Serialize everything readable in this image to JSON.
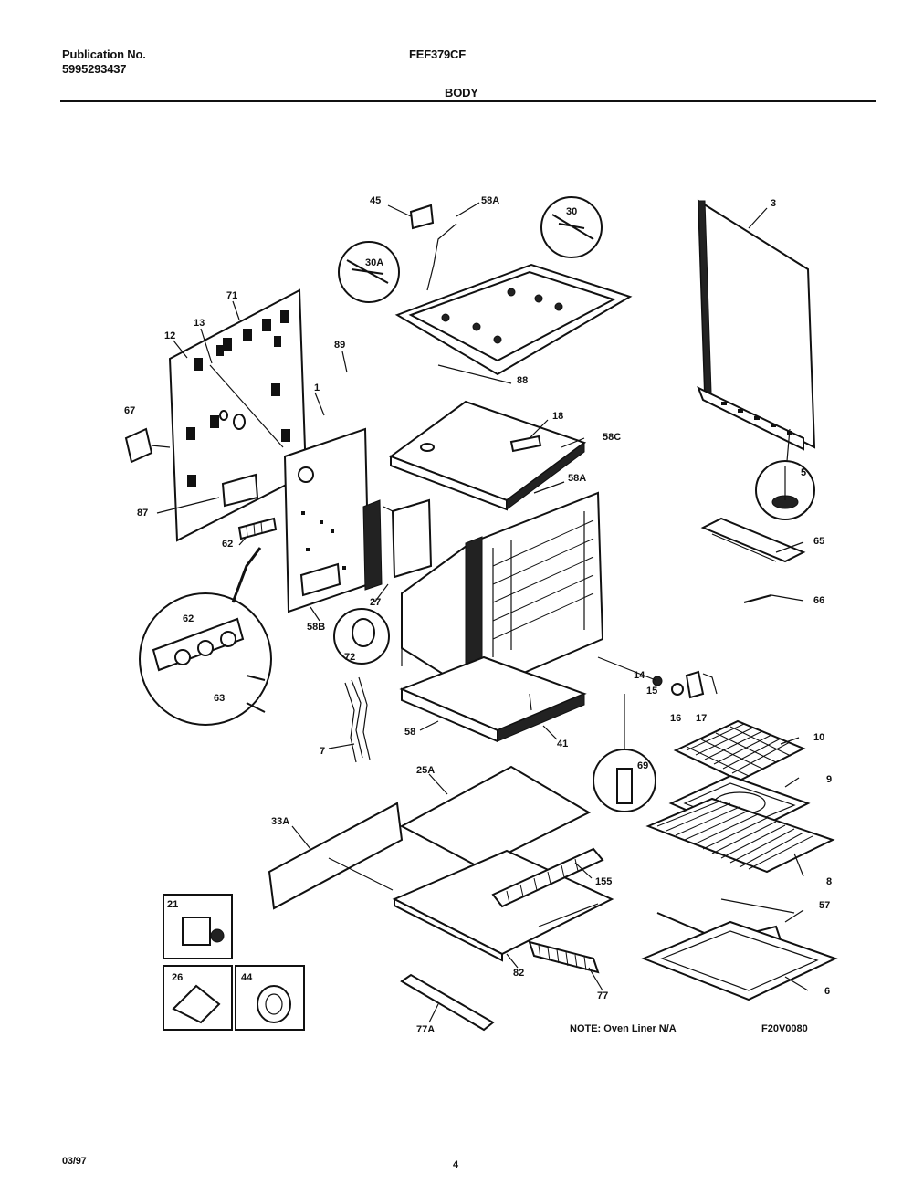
{
  "header": {
    "publication_label": "Publication No.",
    "publication_number": "5995293437",
    "model": "FEF379CF",
    "section": "BODY"
  },
  "footer": {
    "date": "03/97",
    "page": "4"
  },
  "diagram": {
    "labels": {
      "l45": "45",
      "l58a_top": "58A",
      "l30": "30",
      "l3": "3",
      "l30a": "30A",
      "l71": "71",
      "l13": "13",
      "l12": "12",
      "l89": "89",
      "l88": "88",
      "l1": "1",
      "l18": "18",
      "l58c": "58C",
      "l67": "67",
      "l58a_mid": "58A",
      "l5": "5",
      "l87": "87",
      "l65": "65",
      "l62a": "62",
      "l66": "66",
      "l27": "27",
      "l58b": "58B",
      "l72": "72",
      "l62b": "62",
      "l63": "63",
      "l14": "14",
      "l15": "15",
      "l16": "16",
      "l17": "17",
      "l10": "10",
      "l58": "58",
      "l41": "41",
      "l7": "7",
      "l69": "69",
      "l9": "9",
      "l25a": "25A",
      "l33a": "33A",
      "l8": "8",
      "l155": "155",
      "l21": "21",
      "l57": "57",
      "l82": "82",
      "l26": "26",
      "l44": "44",
      "l6": "6",
      "l77": "77",
      "l77a": "77A"
    },
    "note": "NOTE: Oven Liner N/A",
    "figure_code": "F20V0080"
  }
}
